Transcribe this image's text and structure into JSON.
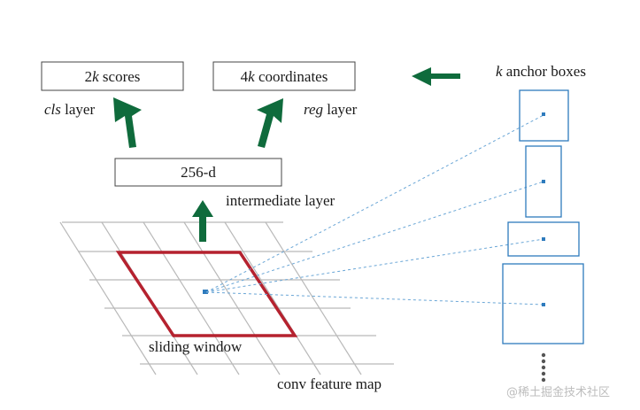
{
  "diagram": {
    "cls_box": {
      "prefix": "2",
      "var": "k",
      "suffix": " scores"
    },
    "reg_box": {
      "prefix": "4",
      "var": "k",
      "suffix": " coordinates"
    },
    "cls_label": {
      "italic": "cls",
      "rest": " layer"
    },
    "reg_label": {
      "italic": "reg",
      "rest": " layer"
    },
    "anchor_label": {
      "var": "k",
      "rest": " anchor boxes"
    },
    "d256_box": "256-d",
    "intermediate_label": "intermediate layer",
    "sliding_window_label": "sliding window",
    "feature_map_label": "conv feature map",
    "watermark": "@稀土掘金技术社区",
    "colors": {
      "arrow": "#0f6b3c",
      "window": "#b5222f",
      "anchor": "#2e7bbd",
      "grid": "#b9b9b9"
    }
  }
}
